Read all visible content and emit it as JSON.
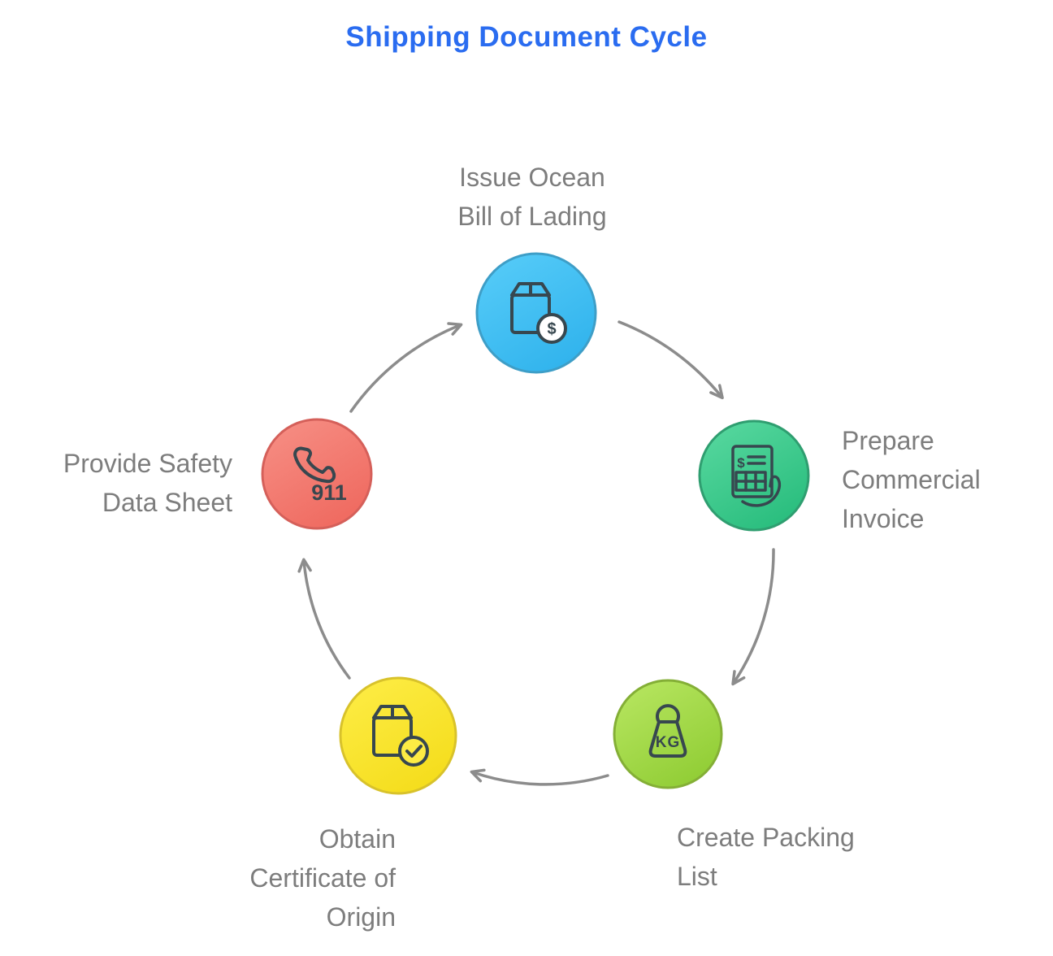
{
  "title": "Shipping Document Cycle",
  "colors": {
    "title": "#2a6cf0",
    "label": "#7d7d7d",
    "arrow": "#8c8c8c",
    "icon": "#37474f",
    "coin_fill": "#ffffff"
  },
  "nodes": [
    {
      "id": "issue-ocean-bill-of-lading",
      "label": "Issue Ocean Bill of Lading",
      "lines": [
        "Issue Ocean",
        "Bill of Lading"
      ],
      "icon": "package-dollar-icon",
      "icon_text": "$",
      "fill": "#55CBF8",
      "fill2": "#2FB2EC",
      "stroke": "#3E9EC7"
    },
    {
      "id": "prepare-commercial-invoice",
      "label": "Prepare Commercial Invoice",
      "lines": [
        "Prepare",
        "Commercial",
        "Invoice"
      ],
      "icon": "invoice-hand-icon",
      "icon_text": "$",
      "fill": "#56D79E",
      "fill2": "#27BC7C",
      "stroke": "#2F9E70"
    },
    {
      "id": "create-packing-list",
      "label": "Create Packing List",
      "lines": [
        "Create Packing",
        "List"
      ],
      "icon": "weight-kg-icon",
      "icon_text": "KG",
      "fill": "#B6E55F",
      "fill2": "#8FCC33",
      "stroke": "#84AF36"
    },
    {
      "id": "obtain-certificate-of-origin",
      "label": "Obtain Certificate of Origin",
      "lines": [
        "Obtain",
        "Certificate of",
        "Origin"
      ],
      "icon": "package-check-icon",
      "icon_text": "",
      "fill": "#FDEC44",
      "fill2": "#F4DC1A",
      "stroke": "#D8C22B"
    },
    {
      "id": "provide-safety-data-sheet",
      "label": "Provide Safety Data Sheet",
      "lines": [
        "Provide Safety",
        "Data Sheet"
      ],
      "icon": "phone-911-icon",
      "icon_text": "911",
      "fill": "#F68D83",
      "fill2": "#EF685E",
      "stroke": "#D5605A"
    }
  ]
}
